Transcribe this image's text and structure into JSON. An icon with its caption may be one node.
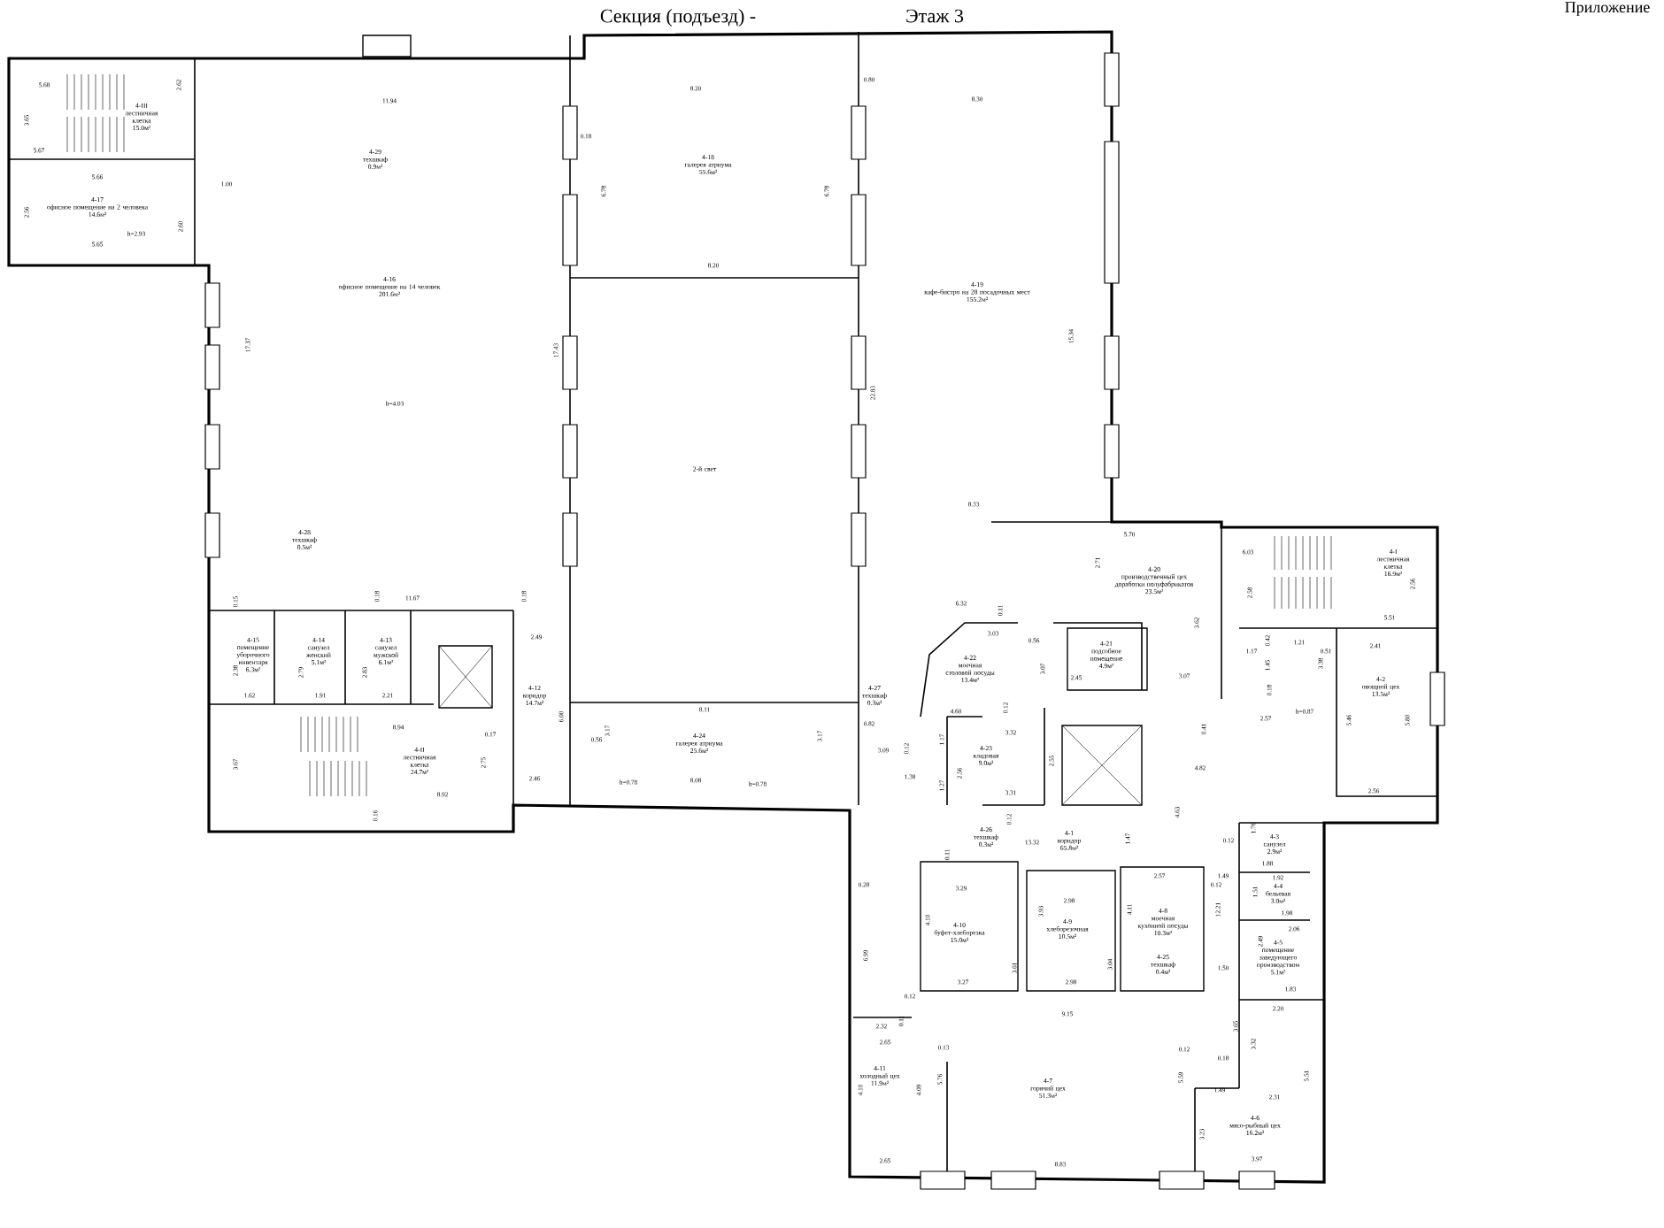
{
  "diagram": {
    "nodes": [
      {
        "text": [
          "4-III",
          "лестничная клетка",
          "15.0м²"
        ]
      },
      {
        "text": [
          "4-29",
          "техшкаф",
          "0.9м²"
        ]
      },
      {
        "text": [
          "4-17",
          "офисное помещение на 2 человека",
          "14.6м²"
        ]
      },
      {
        "text": [
          "4-16",
          "офисное помещение на 14 человек",
          "201.6м²"
        ]
      },
      {
        "text": [
          "4-18",
          "галерея атриума",
          "55.6м²"
        ]
      },
      {
        "text": [
          "4-19",
          "кафе-бистро на 28 посадочных мест",
          "155.2м²"
        ]
      },
      {
        "text": [
          "2-й свет"
        ]
      },
      {
        "text": [
          "4-28",
          "техшкаф",
          "0.5м²"
        ]
      },
      {
        "text": [
          "4-20",
          "производственный цех доработки полуфабрикатов",
          "23.5м²"
        ]
      },
      {
        "text": [
          "4-I",
          "лестничная клетка",
          "16.9м²"
        ]
      },
      {
        "text": [
          "4-15",
          "помещение уборочного инвентаря",
          "6.3м²"
        ]
      },
      {
        "text": [
          "4-14",
          "санузел женский",
          "5.1м²"
        ]
      },
      {
        "text": [
          "4-13",
          "санузел мужской",
          "6.1м²"
        ]
      },
      {
        "text": [
          "4-22",
          "моечная столовой посуды",
          "13.4м²"
        ]
      },
      {
        "text": [
          "4-21",
          "подсобное помещение",
          "4.9м²"
        ]
      },
      {
        "text": [
          "4-2",
          "овощной цех",
          "13.5м²"
        ]
      },
      {
        "text": [
          "4-12",
          "коридор",
          "14.7м²"
        ]
      },
      {
        "text": [
          "4-24",
          "галерея атриума",
          "25.6м²"
        ]
      },
      {
        "text": [
          "4-27",
          "техшкаф",
          "0.3м²"
        ]
      },
      {
        "text": [
          "4-23",
          "кладовая",
          "9.0м²"
        ]
      },
      {
        "text": [
          "4-II",
          "лестничная клетка",
          "24.7м²"
        ]
      },
      {
        "text": [
          "4-26",
          "техшкаф",
          "0.3м²"
        ]
      },
      {
        "text": [
          "4-1",
          "коридор",
          "65.8м²"
        ]
      },
      {
        "text": [
          "4-3",
          "санузел",
          "2.9м²"
        ]
      },
      {
        "text": [
          "4-4",
          "бельевая",
          "3.0м²"
        ]
      },
      {
        "text": [
          "4-10",
          "буфет-хлеборезка",
          "15.0м²"
        ]
      },
      {
        "text": [
          "4-9",
          "хлеборезочная",
          "10.5м²"
        ]
      },
      {
        "text": [
          "4-8",
          "моечная кухонной посуды",
          "10.3м²"
        ]
      },
      {
        "text": [
          "4-25",
          "техшкаф",
          "0.4м²"
        ]
      },
      {
        "text": [
          "4-5",
          "помещение заведующего производством",
          "5.1м²"
        ]
      },
      {
        "text": [
          "4-11",
          "холодный цех",
          "11.9м²"
        ]
      },
      {
        "text": [
          "4-7",
          "горячий цех",
          "51.3м²"
        ]
      },
      {
        "text": [
          "4-6",
          "мясо-рыбный цех",
          "16.2м²"
        ]
      }
    ],
    "edges": [],
    "labels": [
      "Секция (подъезд) -",
      "Этаж 3",
      "Приложение",
      "5.68",
      "2.62",
      "3.65",
      "5.67",
      "11.94",
      "5.66",
      "1.00",
      "2.56",
      "2.60",
      "h=2.93",
      "5.65",
      "17.37",
      "17.43",
      "h=4.03",
      "11.67",
      "0.15",
      "0.18",
      "0.18",
      "8.20",
      "0.80",
      "8.30",
      "0.18",
      "6.78",
      "6.78",
      "8.20",
      "15.34",
      "22.83",
      "8.33",
      "5.70",
      "6.03",
      "2.71",
      "2.58",
      "2.56",
      "6.32",
      "5.51",
      "2.38",
      "1.62",
      "2.79",
      "1.91",
      "2.83",
      "2.21",
      "2.49",
      "8.94",
      "0.17",
      "2.75",
      "2.46",
      "8.92",
      "3.67",
      "0.16",
      "6.00",
      "0.56",
      "3.17",
      "8.11",
      "h=0.78",
      "8.08",
      "h=0.78",
      "3.17",
      "0.82",
      "0.11",
      "3.03",
      "0.56",
      "3.07",
      "2.45",
      "4.60",
      "0.12",
      "3.32",
      "1.17",
      "3.09",
      "0.12",
      "2.56",
      "2.55",
      "1.38",
      "1.27",
      "3.31",
      "0.12",
      "13.32",
      "3.62",
      "1.17",
      "0.42",
      "1.21",
      "2.41",
      "0.51",
      "1.45",
      "3.38",
      "3.07",
      "0.18",
      "h=0.87",
      "2.57",
      "5.46",
      "5.80",
      "0.41",
      "4.82",
      "2.56",
      "4.63",
      "0.11",
      "0.28",
      "3.29",
      "2.98",
      "3.93",
      "4.10",
      "3.61",
      "3.04",
      "3.27",
      "2.98",
      "0.12",
      "9.15",
      "6.99",
      "1.47",
      "1.76",
      "0.12",
      "1.88",
      "2.57",
      "1.49",
      "1.92",
      "0.12",
      "1.51",
      "4.11",
      "12.21",
      "1.98",
      "2.06",
      "2.49",
      "1.50",
      "1.83",
      "2.20",
      "2.32",
      "0.11",
      "2.65",
      "0.13",
      "3.65",
      "0.12",
      "0.18",
      "3.32",
      "5.76",
      "5.59",
      "4.10",
      "4.09",
      "1.49",
      "2.31",
      "5.51",
      "3.23",
      "2.65",
      "8.83",
      "3.97"
    ]
  }
}
